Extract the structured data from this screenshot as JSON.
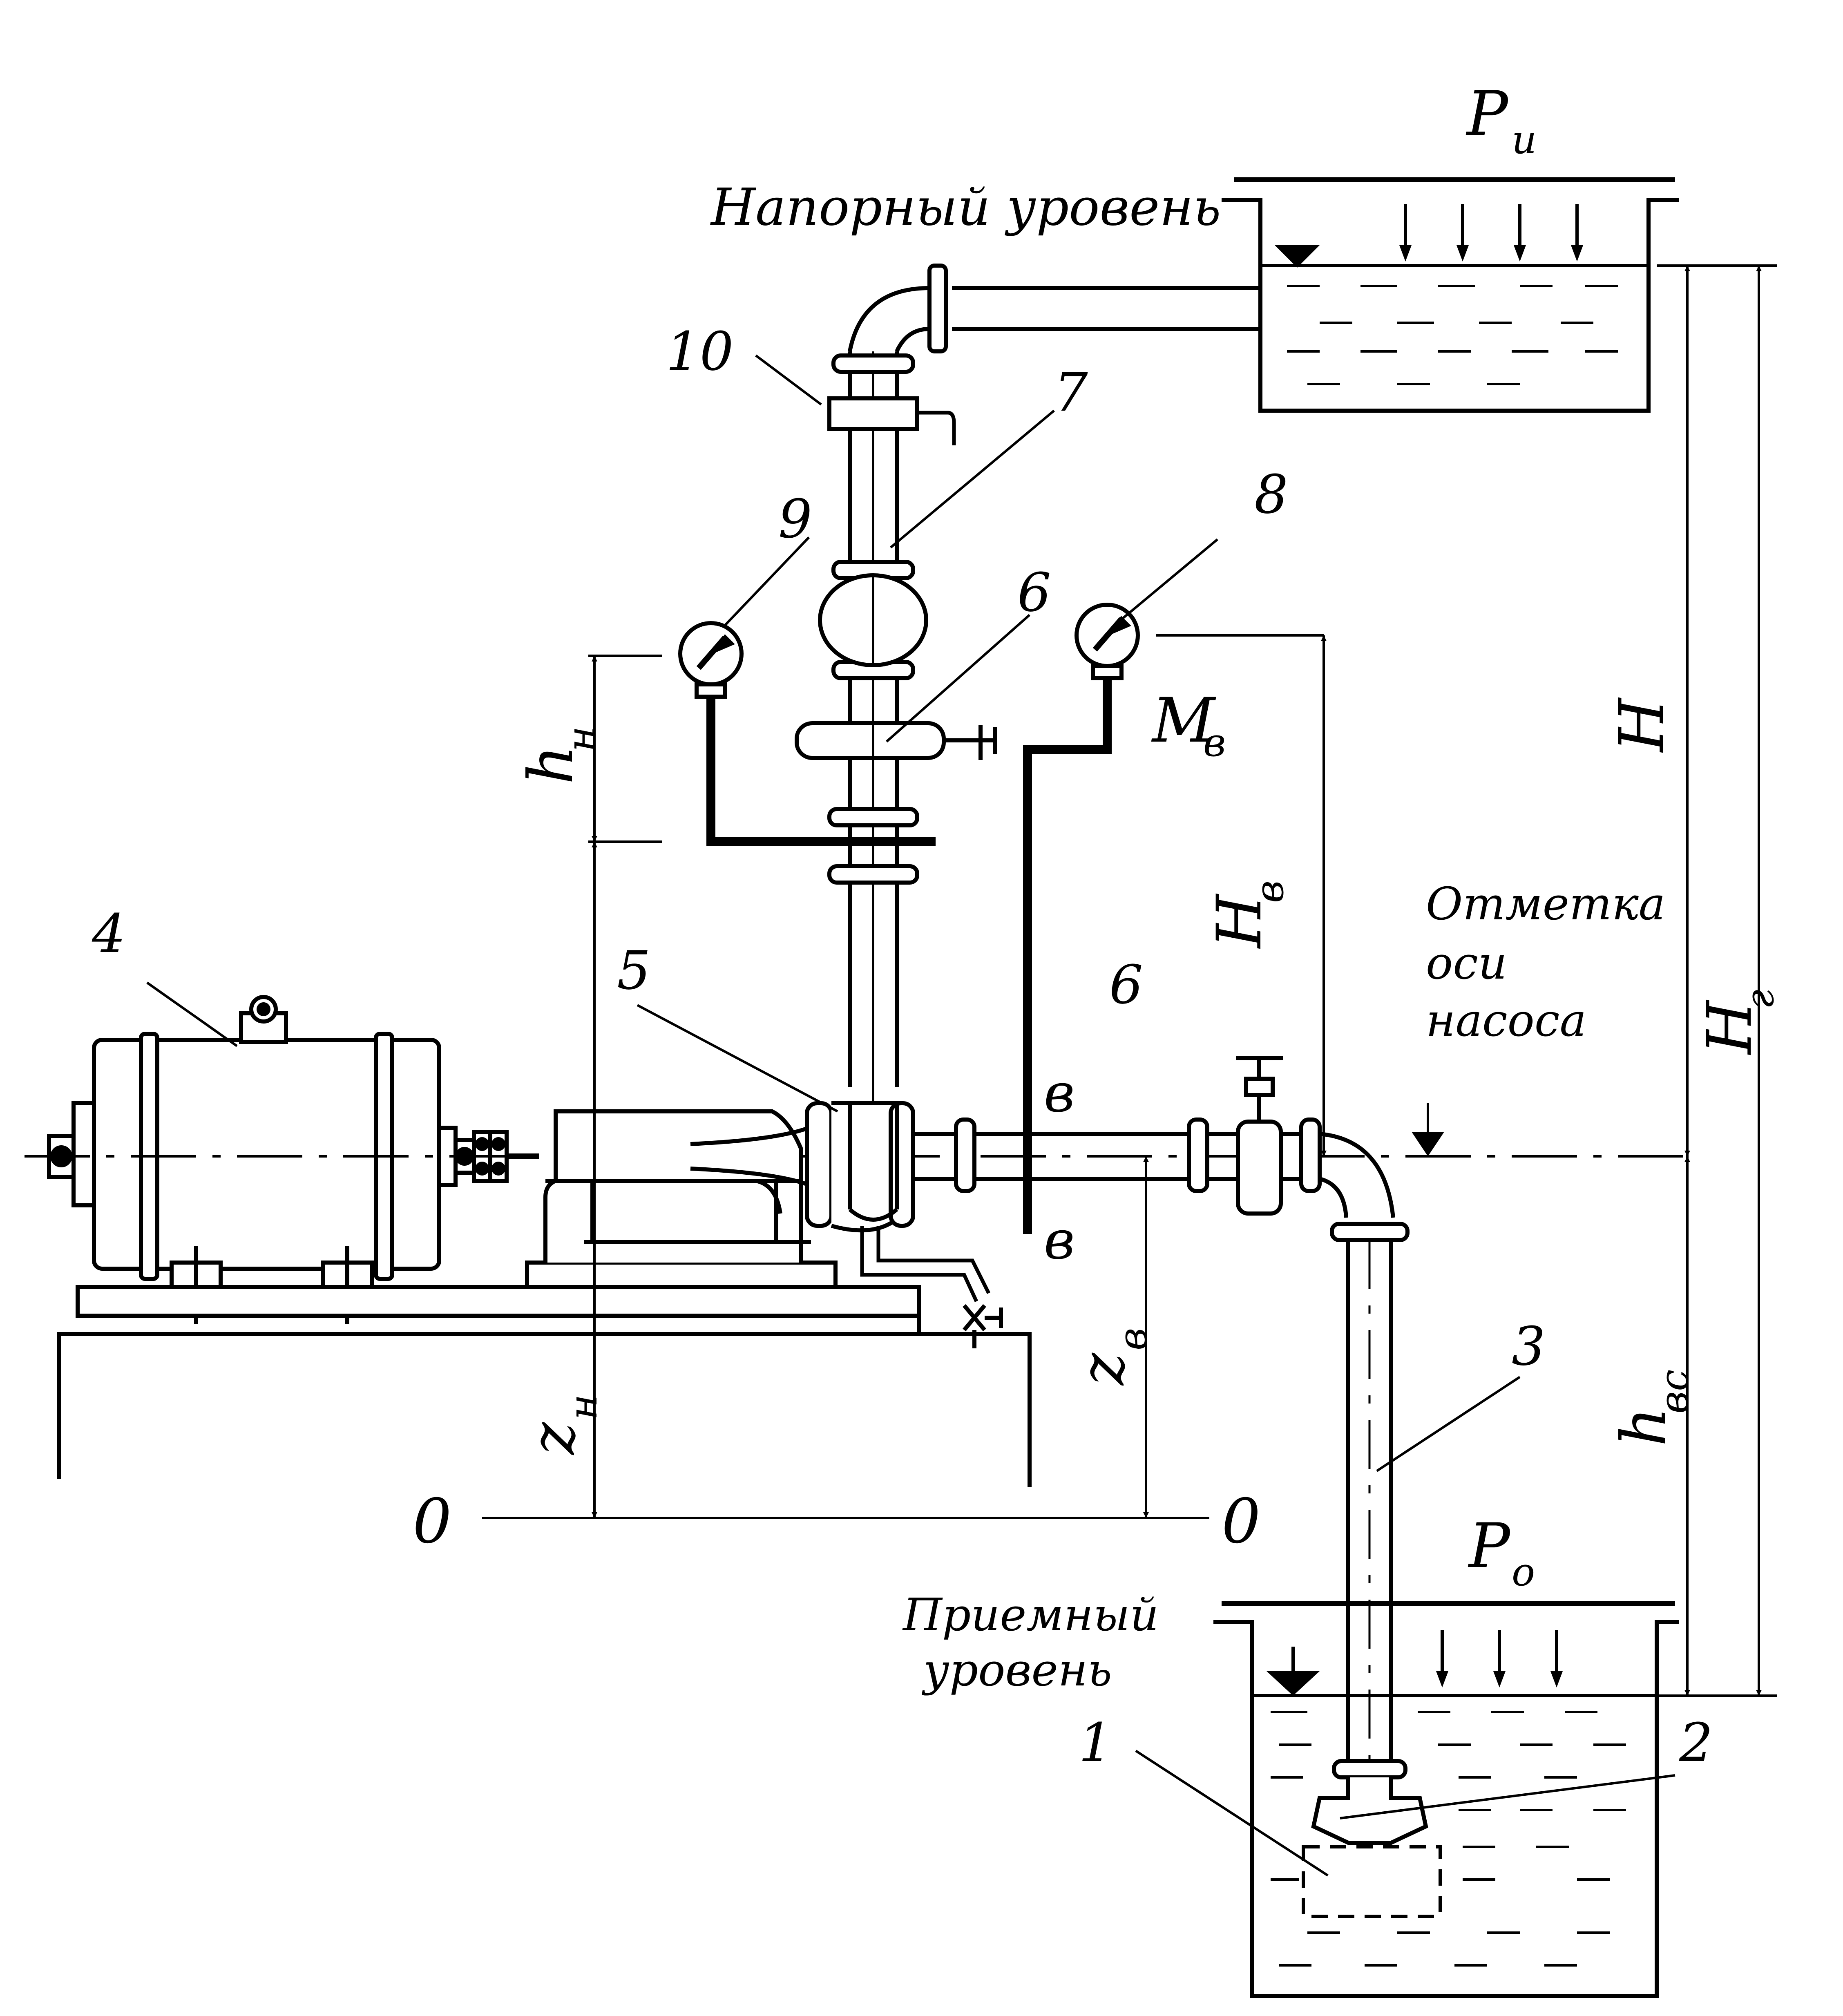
{
  "labels": {
    "p_upper": "P",
    "p_upper_sub": "и",
    "p_lower": "P",
    "p_lower_sub": "o",
    "discharge_level": "Напорный уровень",
    "intake_level_1": "Приемный",
    "intake_level_2": "уровень",
    "axis_mark_1": "Отметка",
    "axis_mark_2": "оси",
    "axis_mark_3": "насоса",
    "h_n": "h",
    "h_n_sub": "н",
    "H_v": "H",
    "H_v_sub": "в",
    "M_v": "M",
    "M_v_sub": "в",
    "H": "H",
    "H_g": "H",
    "H_g_sub": "г",
    "h_vs": "h",
    "h_vs_sub": "вс",
    "z_n": "z",
    "z_n_sub": "н",
    "z_v": "z",
    "z_v_sub": "в",
    "section_b_top": "в",
    "section_b_bottom": "в",
    "zero_left": "0",
    "zero_right": "0"
  },
  "numbers": {
    "n1": "1",
    "n2": "2",
    "n3": "3",
    "n4": "4",
    "n5": "5",
    "n6_upper": "6",
    "n6_lower": "6",
    "n7": "7",
    "n8": "8",
    "n9": "9",
    "n10": "10"
  }
}
